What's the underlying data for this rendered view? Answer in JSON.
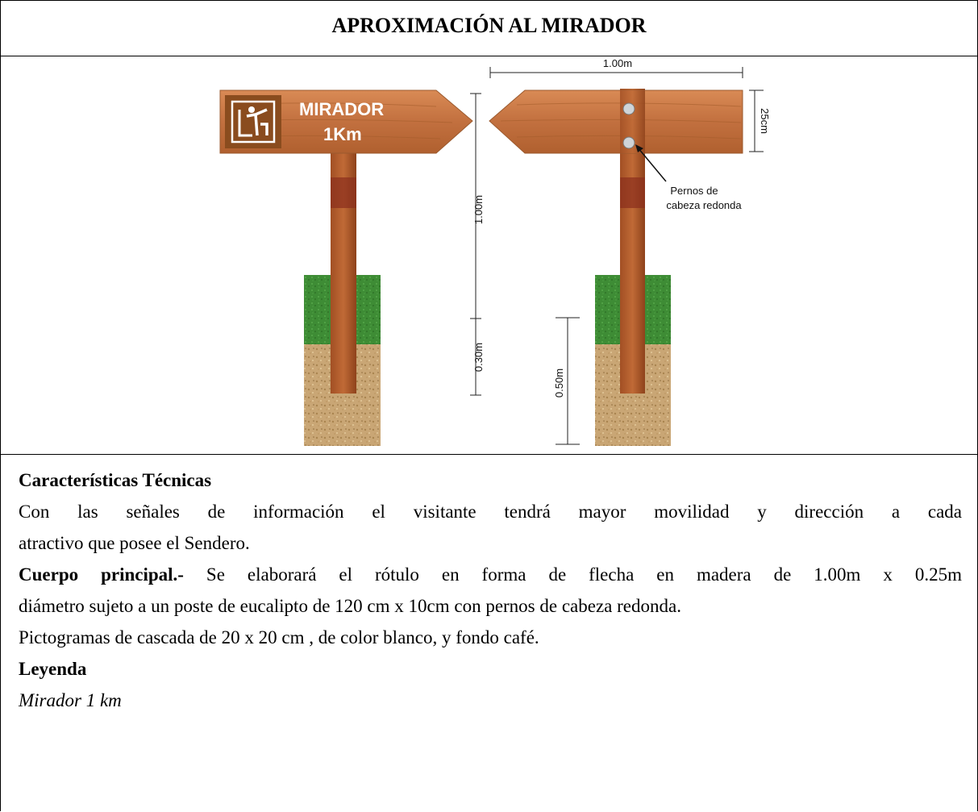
{
  "title": "APROXIMACIÓN AL MIRADOR",
  "drawing": {
    "sign_line1": "MIRADOR",
    "sign_line2": "1Km",
    "pictogram": "viewpoint-pictogram-icon",
    "dim_top_width": "1.00m",
    "dim_board_height": "25cm",
    "dim_post_height": "1.00m",
    "dim_ground_grass": "0.30m",
    "dim_buried": "0.50m",
    "callout_line1": "Pernos de",
    "callout_line2": "cabeza redonda",
    "colors": {
      "wood": "#c2703f",
      "wood_dark": "#9b4a22",
      "sign_brown": "#8a4c1e",
      "grass": "#3a8a33",
      "soil": "#c9a675"
    }
  },
  "tech": {
    "heading": "Características Técnicas",
    "para1_line1": "Con las señales de información el visitante tendrá mayor movilidad y dirección a cada",
    "para1_line2": "atractivo que posee el Sendero.",
    "body_label": "Cuerpo principal.-",
    "body_text1": " Se elaborará el rótulo en forma de flecha en madera de 1.00m x 0.25m",
    "body_text2": "diámetro sujeto a un poste de eucalipto de 120 cm x 10cm con pernos de cabeza redonda.",
    "pictograms": "Pictogramas de cascada de 20 x 20 cm , de color blanco, y fondo café.",
    "legend_heading": "Leyenda",
    "legend_text": "Mirador 1 km"
  }
}
